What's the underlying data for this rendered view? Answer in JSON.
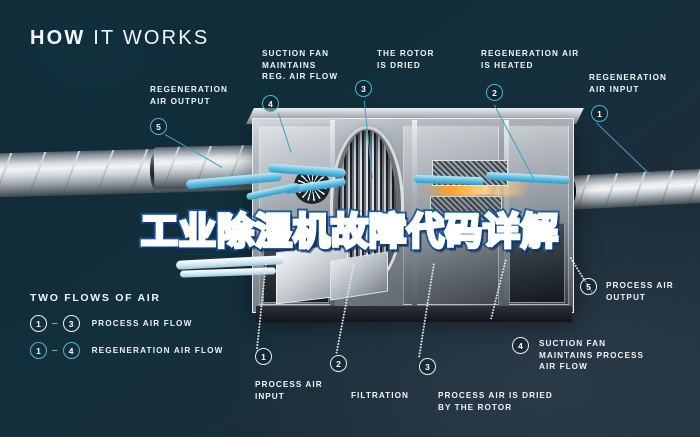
{
  "headline": {
    "bold_part": "HOW",
    "light_part": "IT WORKS"
  },
  "overlay_title": {
    "text": "工业除湿机故障代码详解"
  },
  "colors": {
    "background_dark": "#0d2630",
    "background_light": "#24343f",
    "accent_cyan": "#4fb4d8",
    "airflow_cyan": "#5bbde0",
    "airflow_white": "#ffffff",
    "heater_orange": "#ffa12a",
    "text_white": "#eef4f7",
    "overlay_blue": "#1f74c8"
  },
  "callouts": [
    {
      "id": "regeneration-air-output",
      "number": "5",
      "badge_style": "cyan",
      "label": "REGENERATION\nAIR OUTPUT"
    },
    {
      "id": "suction-fan-reg",
      "number": "4",
      "badge_style": "cyan",
      "label": "SUCTION FAN\nMAINTAINS\nREG. AIR FLOW"
    },
    {
      "id": "rotor-is-dried",
      "number": "3",
      "badge_style": "cyan",
      "label": "THE ROTOR\nIS DRIED"
    },
    {
      "id": "regeneration-air-heated",
      "number": "2",
      "badge_style": "cyan",
      "label": "REGENERATION AIR\nIS HEATED"
    },
    {
      "id": "regeneration-air-input",
      "number": "1",
      "badge_style": "cyan",
      "label": "REGENERATION\nAIR INPUT"
    },
    {
      "id": "process-air-input",
      "number": "1",
      "badge_style": "white",
      "label": "PROCESS AIR\nINPUT"
    },
    {
      "id": "filtration",
      "number": "2",
      "badge_style": "white",
      "label": "FILTRATION"
    },
    {
      "id": "process-air-dried",
      "number": "3",
      "badge_style": "white",
      "label": "PROCESS AIR IS DRIED\nBY THE ROTOR"
    },
    {
      "id": "suction-fan-process",
      "number": "4",
      "badge_style": "white",
      "label": "SUCTION FAN\nMAINTAINS PROCESS\nAIR FLOW"
    },
    {
      "id": "process-air-output",
      "number": "5",
      "badge_style": "white",
      "label": "PROCESS AIR\nOUTPUT"
    }
  ],
  "legend": {
    "title": "TWO FLOWS OF AIR",
    "dash": "–",
    "rows": [
      {
        "id": "process-air-flow",
        "from": "1",
        "to": "3",
        "badge_style": "white",
        "label": "PROCESS AIR FLOW"
      },
      {
        "id": "regeneration-air-flow",
        "from": "1",
        "to": "4",
        "badge_style": "cyan",
        "label": "REGENERATION AIR FLOW"
      }
    ]
  }
}
